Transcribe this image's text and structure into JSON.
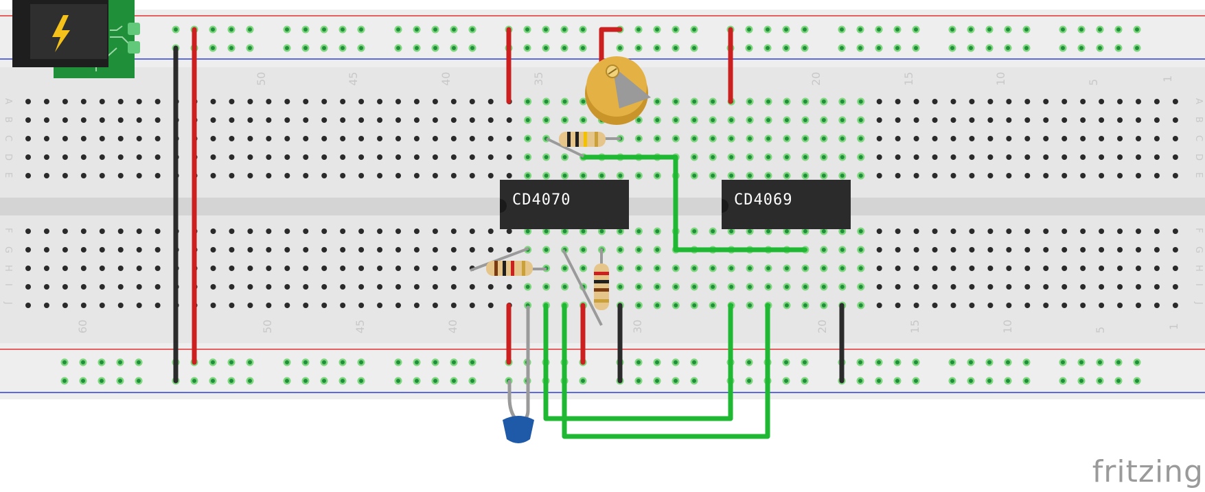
{
  "app": {
    "brand": "fritzing"
  },
  "breadboard": {
    "column_numbers_top": [
      "50",
      "45",
      "40",
      "35",
      "20",
      "15",
      "10",
      "5",
      "1"
    ],
    "column_numbers_bottom": [
      "60",
      "50",
      "45",
      "40",
      "30",
      "20",
      "15",
      "10",
      "5",
      "1"
    ],
    "row_letters_top": [
      "A",
      "B",
      "C",
      "D",
      "E"
    ],
    "row_letters_bottom": [
      "F",
      "G",
      "H",
      "I",
      "J"
    ]
  },
  "chips": [
    {
      "id": "u1",
      "label": "CD4070"
    },
    {
      "id": "u2",
      "label": "CD4069"
    }
  ],
  "colors": {
    "wire_red": "#cc1f1f",
    "wire_black": "#2b2b2b",
    "wire_green": "#1fb832",
    "wire_gray": "#9a9a9a",
    "rail_red": "#e03030",
    "rail_blue": "#2b3fd9",
    "chip": "#2b2b2b",
    "capacitor": "#1f5aa8",
    "potentiometer": "#d8a93a"
  }
}
